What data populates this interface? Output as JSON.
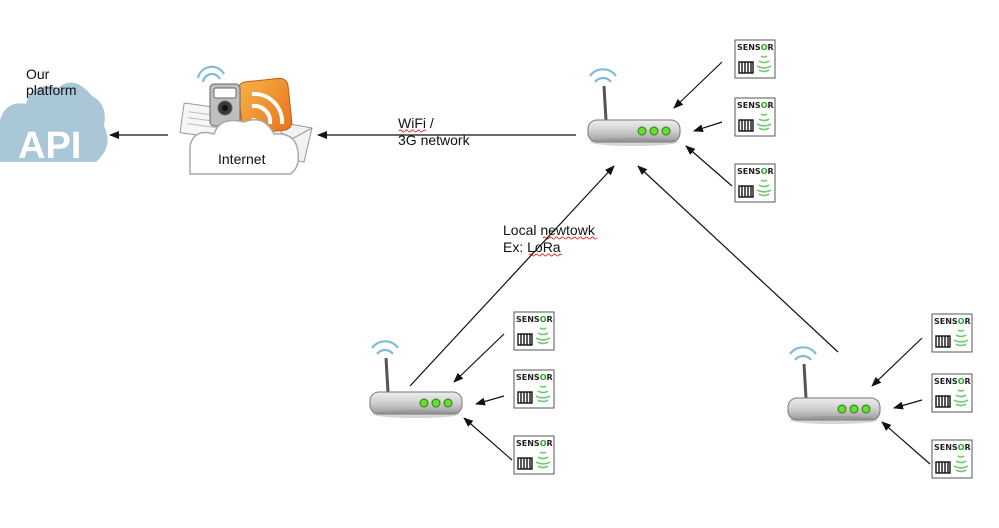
{
  "platform": {
    "label_line1": "Our",
    "label_line2": "platform",
    "api_text": "API"
  },
  "internet": {
    "label": "Internet"
  },
  "links": {
    "wifi_line1": "WiFi /",
    "wifi_line2": "3G network",
    "local_line1": "Local newtowk",
    "local_line2": "Ex: LoRa"
  },
  "sensor": {
    "label_prefix": "SENS",
    "label_o": "O",
    "label_suffix": "R"
  },
  "colors": {
    "cloud": "#a9c7d6",
    "router_body": "#c9c9c9",
    "router_led": "#66dd33",
    "wifi_arc": "#7fbcd8",
    "internet_orange": "#f28c1e"
  }
}
